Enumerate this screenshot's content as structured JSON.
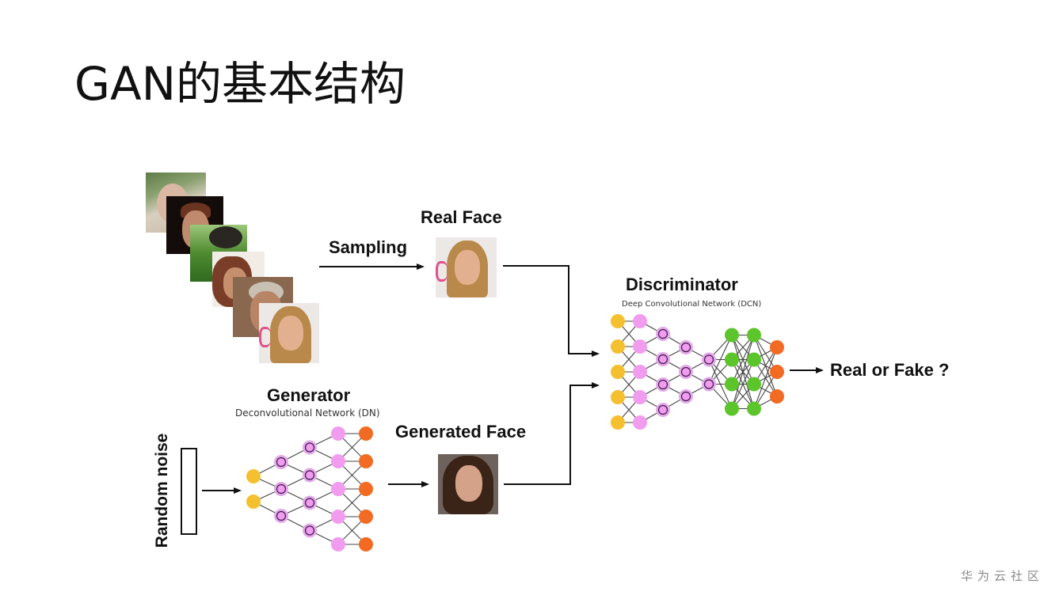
{
  "slide": {
    "title": "GAN的基本结构",
    "watermark": "华为云社区"
  },
  "diagram": {
    "sampling_label": "Sampling",
    "real_face_label": "Real Face",
    "generated_face_label": "Generated Face",
    "random_noise_label": "Random noise",
    "output_label": "Real or Fake ?",
    "generator": {
      "title": "Generator",
      "subtitle": "Deconvolutional Network (DN)",
      "layers": [
        2,
        3,
        4,
        5,
        5
      ]
    },
    "discriminator": {
      "title": "Discriminator",
      "subtitle": "Deep Convolutional Network (DCN)",
      "layers": [
        5,
        5,
        4,
        3,
        2,
        4,
        4,
        3
      ]
    },
    "dataset_faces": [
      "face-1",
      "face-2",
      "face-3",
      "face-4",
      "face-5",
      "face-6"
    ],
    "colors": {
      "input_node": "#f5c030",
      "hidden_node": "#f29cf0",
      "conv_ring": "#e4a8e8",
      "dense_node": "#5cc52c",
      "output_node": "#f36a22",
      "edge": "#444444",
      "arrow": "#111111"
    }
  }
}
